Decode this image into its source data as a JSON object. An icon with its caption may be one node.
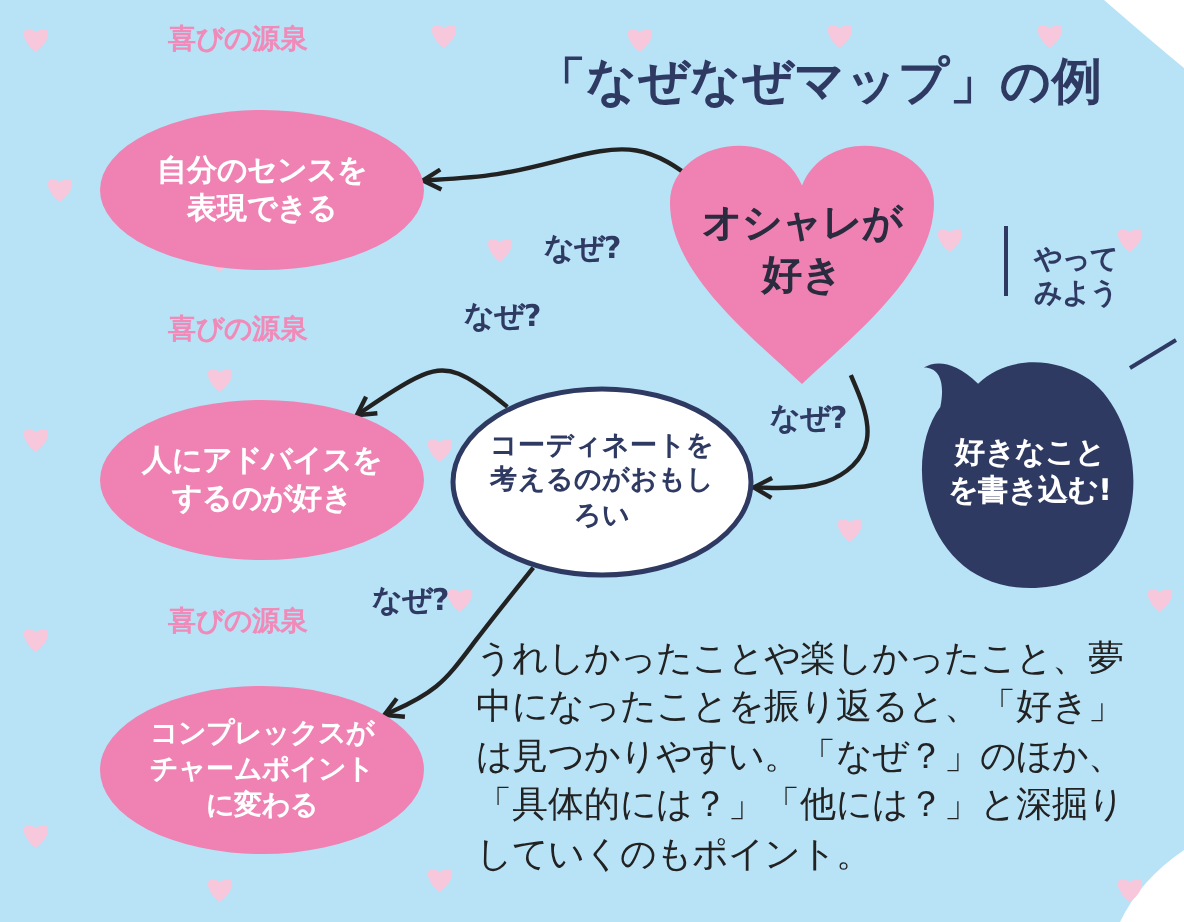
{
  "diagram": {
    "title": "「なぜなぜマップ」の例",
    "nodes": [
      {
        "text": [
          "オシャレが好き"
        ]
      },
      {
        "text": [
          "自分のセンスを表現できる"
        ],
        "beside": [
          "喜びの源泉"
        ]
      },
      {
        "text": [
          "人にアドバイスをするのが好き"
        ],
        "beside": [
          "喜びの源泉"
        ]
      },
      {
        "text": [
          "コーディネートを考えるのがおもしろい"
        ]
      },
      {
        "text": [
          "コンプレックスがチャームポイントに変わる"
        ],
        "beside": [
          "喜びの源泉"
        ]
      },
      {
        "text": [
          "好きなことを書き込む!"
        ],
        "beside": [
          "やってみよう"
        ]
      }
    ],
    "edges": [
      {
        "from": 0,
        "to": 1,
        "arrow": "to",
        "label": "なぜ?"
      },
      {
        "from": 0,
        "to": 3,
        "arrow": "to",
        "label": "なぜ?"
      },
      {
        "from": 3,
        "to": 2,
        "arrow": "to",
        "label": "なぜ?"
      },
      {
        "from": 3,
        "to": 4,
        "arrow": "to",
        "label": "なぜ?"
      }
    ],
    "labels": [
      "うれしかったことや楽しかったこと、夢中になったことを振り返ると、「好き」は見つかりやすい。「なぜ？」のほか、「具体的には？」「他には？」と深掘りしていくのもポイント。"
    ]
  }
}
